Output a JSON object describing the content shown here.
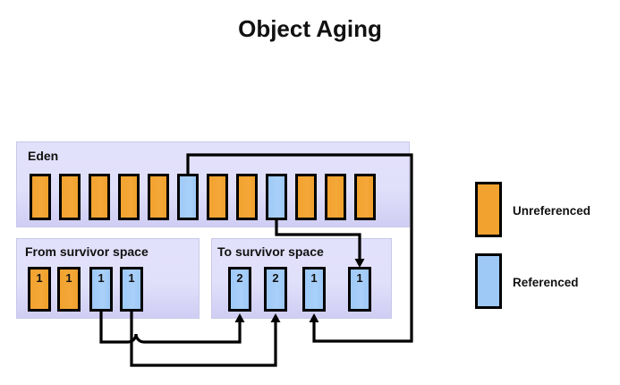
{
  "title": "Object Aging",
  "colors": {
    "unreferenced": "#f2a22f",
    "referenced": "#9ec9f7",
    "region_fill": "#e2e1fb",
    "region_fill_bottom": "#cfcdf3",
    "block_border": "#000000",
    "connector": "#000000",
    "text": "#111111",
    "background": "#ffffff"
  },
  "regions": [
    {
      "id": "eden",
      "label": "Eden",
      "blocks": [
        {
          "index": 0,
          "state": "unreferenced",
          "age": ""
        },
        {
          "index": 1,
          "state": "unreferenced",
          "age": ""
        },
        {
          "index": 2,
          "state": "unreferenced",
          "age": ""
        },
        {
          "index": 3,
          "state": "unreferenced",
          "age": ""
        },
        {
          "index": 4,
          "state": "unreferenced",
          "age": ""
        },
        {
          "index": 5,
          "state": "referenced",
          "age": ""
        },
        {
          "index": 6,
          "state": "unreferenced",
          "age": ""
        },
        {
          "index": 7,
          "state": "unreferenced",
          "age": ""
        },
        {
          "index": 8,
          "state": "referenced",
          "age": ""
        },
        {
          "index": 9,
          "state": "unreferenced",
          "age": ""
        },
        {
          "index": 10,
          "state": "unreferenced",
          "age": ""
        },
        {
          "index": 11,
          "state": "unreferenced",
          "age": ""
        }
      ]
    },
    {
      "id": "from-survivor",
      "label": "From survivor  space",
      "blocks": [
        {
          "index": 0,
          "state": "unreferenced",
          "age": "1"
        },
        {
          "index": 1,
          "state": "unreferenced",
          "age": "1"
        },
        {
          "index": 2,
          "state": "referenced",
          "age": "1"
        },
        {
          "index": 3,
          "state": "referenced",
          "age": "1"
        }
      ]
    },
    {
      "id": "to-survivor",
      "label": "To survivor  space",
      "blocks": [
        {
          "index": 0,
          "state": "referenced",
          "age": "2"
        },
        {
          "index": 1,
          "state": "referenced",
          "age": "2"
        },
        {
          "index": 2,
          "state": "referenced",
          "age": "1"
        },
        {
          "index": 3,
          "state": "referenced",
          "age": "1"
        }
      ]
    }
  ],
  "legend": {
    "items": [
      {
        "swatch": "unreferenced",
        "label": "Unreferenced"
      },
      {
        "swatch": "referenced",
        "label": "Referenced"
      }
    ]
  },
  "connectors": [
    {
      "id": "from3-to-to0",
      "from": "from-survivor.block.2",
      "to": "to-survivor.block.0",
      "arrow": "up"
    },
    {
      "id": "from4-to-to1",
      "from": "from-survivor.block.3",
      "to": "to-survivor.block.1",
      "arrow": "up"
    },
    {
      "id": "eden6-to-to2",
      "from": "eden.block.5",
      "to": "to-survivor.block.2",
      "arrow": "up"
    },
    {
      "id": "eden9-to-to3",
      "from": "eden.block.8",
      "to": "to-survivor.block.3",
      "arrow": "down"
    }
  ]
}
